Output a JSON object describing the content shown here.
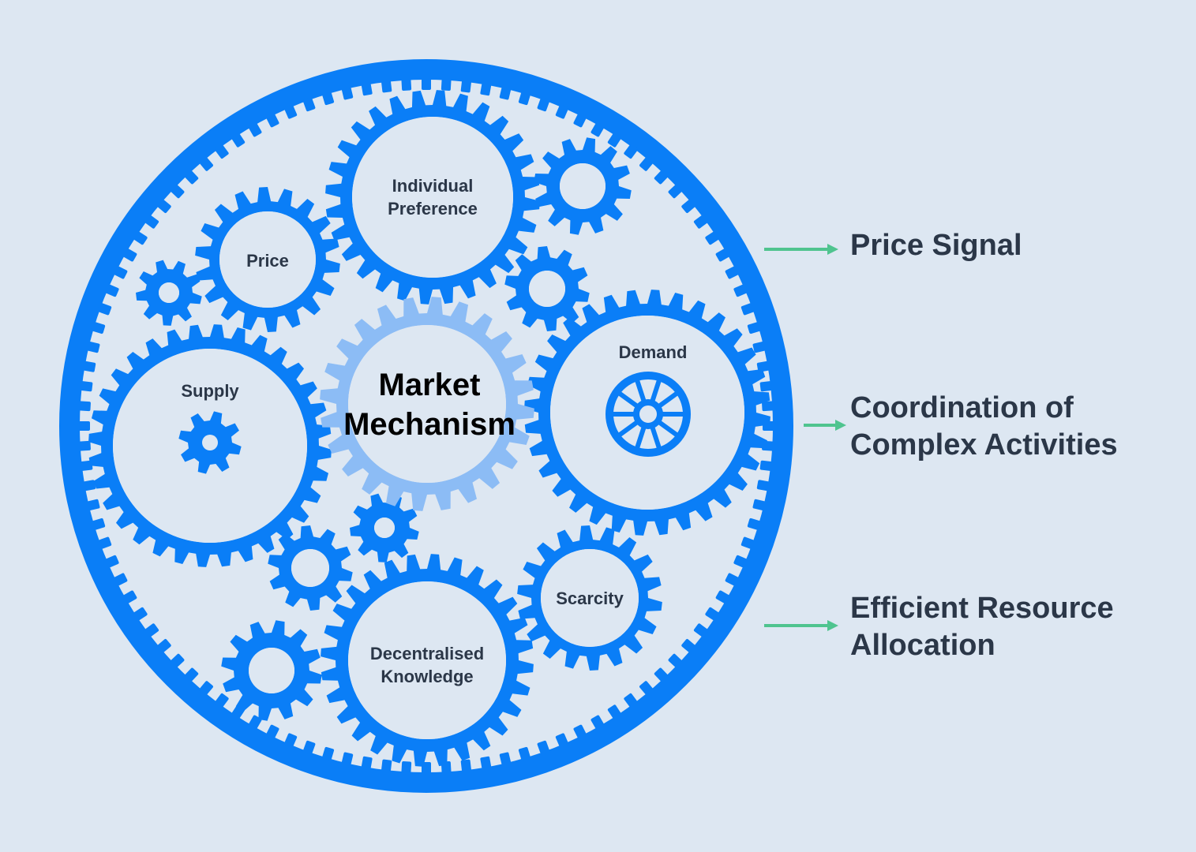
{
  "colors": {
    "background": "#dde7f2",
    "gear": "#0a7ef7",
    "center_gear": "#8cbcf5",
    "arrow": "#4fc48f",
    "label": "#2b3748"
  },
  "diagram": {
    "center": {
      "line1": "Market",
      "line2": "Mechanism"
    },
    "gears": {
      "individual_preference": {
        "line1": "Individual",
        "line2": "Preference"
      },
      "price": {
        "label": "Price"
      },
      "supply": {
        "label": "Supply"
      },
      "demand": {
        "label": "Demand"
      },
      "scarcity": {
        "label": "Scarcity"
      },
      "decentralised_knowledge": {
        "line1": "Decentralised",
        "line2": "Knowledge"
      }
    },
    "icons": {
      "supply": "small-gear-icon",
      "demand": "wheel-icon"
    }
  },
  "outcomes": [
    {
      "line1": "Price Signal",
      "line2": ""
    },
    {
      "line1": "Coordination of",
      "line2": "Complex Activities"
    },
    {
      "line1": "Efficient Resource",
      "line2": "Allocation"
    }
  ]
}
